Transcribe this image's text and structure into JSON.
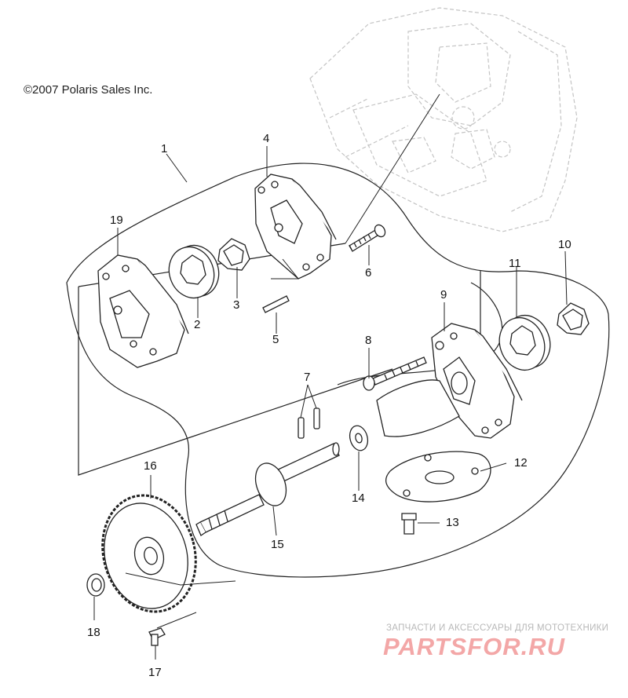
{
  "copyright": "©2007 Polaris Sales Inc.",
  "callouts": [
    {
      "id": "1",
      "label": "1"
    },
    {
      "id": "2",
      "label": "2"
    },
    {
      "id": "3",
      "label": "3"
    },
    {
      "id": "4",
      "label": "4"
    },
    {
      "id": "5",
      "label": "5"
    },
    {
      "id": "6",
      "label": "6"
    },
    {
      "id": "7",
      "label": "7"
    },
    {
      "id": "8",
      "label": "8"
    },
    {
      "id": "9",
      "label": "9"
    },
    {
      "id": "10",
      "label": "10"
    },
    {
      "id": "11",
      "label": "11"
    },
    {
      "id": "12",
      "label": "12"
    },
    {
      "id": "13",
      "label": "13"
    },
    {
      "id": "14",
      "label": "14"
    },
    {
      "id": "15",
      "label": "15"
    },
    {
      "id": "16",
      "label": "16"
    },
    {
      "id": "17",
      "label": "17"
    },
    {
      "id": "18",
      "label": "18"
    },
    {
      "id": "19",
      "label": "19"
    }
  ],
  "watermark": {
    "tagline": "ЗАПЧАСТИ И АКСЕССУАРЫ ДЛЯ МОТОТЕХНИКИ",
    "logo": "PARTSFOR.RU"
  },
  "colors": {
    "line": "#222222",
    "ghost": "#bdbdbd",
    "watermark": "#f08a8a"
  }
}
